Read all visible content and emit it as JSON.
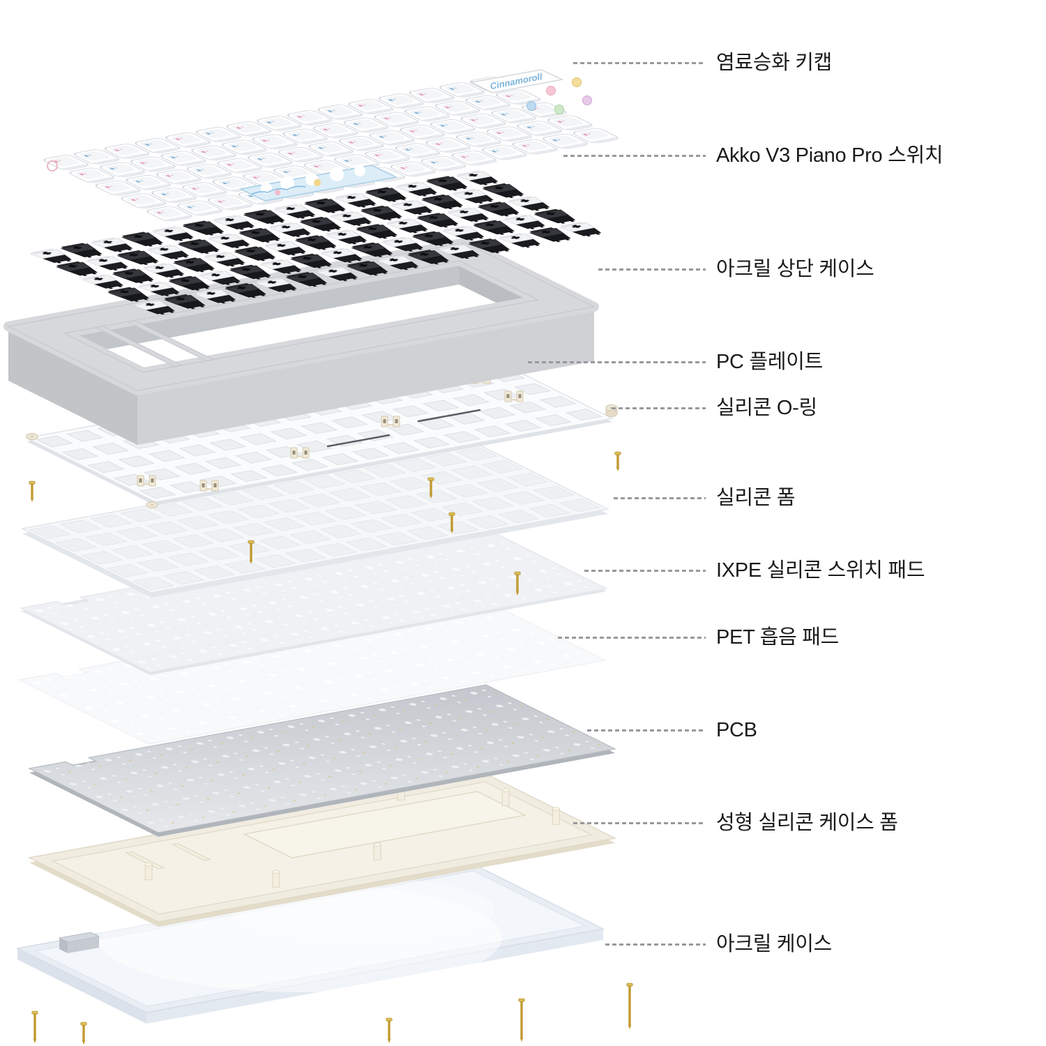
{
  "diagram": {
    "type": "keyboard-exploded-view",
    "callouts": [
      {
        "label": "염료승화 키캡"
      },
      {
        "label": "Akko V3 Piano Pro 스위치"
      },
      {
        "label": "아크릴 상단 케이스"
      },
      {
        "label": "PC 플레이트"
      },
      {
        "label": "실리콘 O-링"
      },
      {
        "label": "실리콘 폼"
      },
      {
        "label": "IXPE 실리콘 스위치 패드"
      },
      {
        "label": "PET 흡음 패드"
      },
      {
        "label": "PCB"
      },
      {
        "label": "성형 실리콘 케이스 폼"
      },
      {
        "label": "아크릴 케이스"
      }
    ],
    "keycap_art_text": "Cinnamoroll",
    "colors": {
      "label_text": "#1a1a1c",
      "leader_line": "#97999c",
      "keycap_white": "#ffffff",
      "switch_dark": "#1b1c20",
      "case_gray": "#d6d8db",
      "plate_white": "#fafbfc",
      "foam_white": "#f5f7f9",
      "pcb_gray": "#c6cad0",
      "case_foam_cream": "#f1ece0",
      "acrylic_frost": "#eef2f7",
      "screw_gold": "#c19b31",
      "spacebar_art_blue": "#dcedf8"
    }
  }
}
